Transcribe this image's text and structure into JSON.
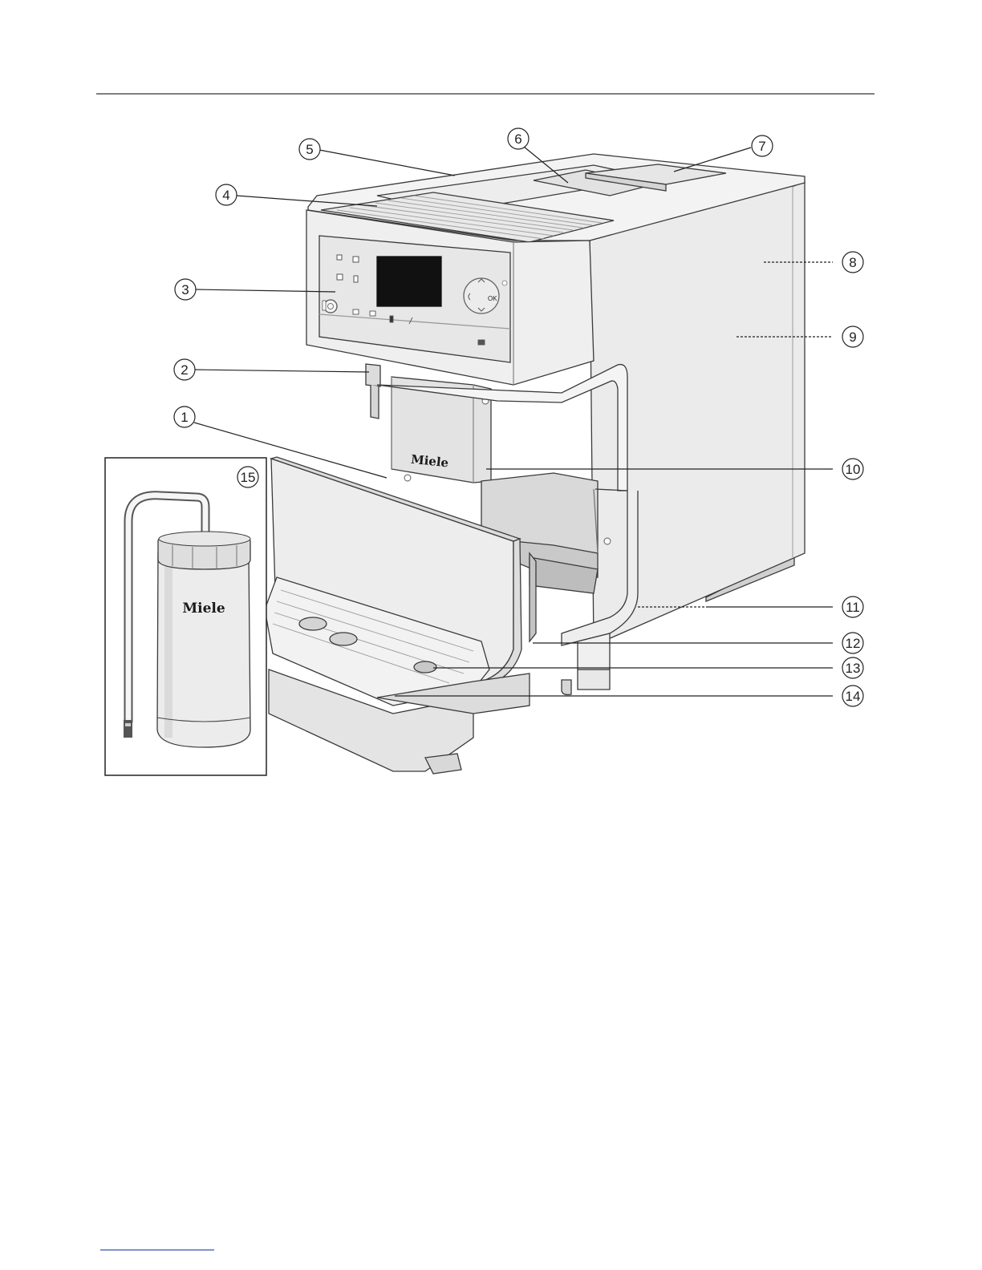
{
  "brand": "Miele",
  "panel": {
    "ok_label": "OK"
  },
  "callouts": [
    {
      "id": "1",
      "label": "1"
    },
    {
      "id": "2",
      "label": "2"
    },
    {
      "id": "3",
      "label": "3"
    },
    {
      "id": "4",
      "label": "4"
    },
    {
      "id": "5",
      "label": "5"
    },
    {
      "id": "6",
      "label": "6"
    },
    {
      "id": "7",
      "label": "7"
    },
    {
      "id": "8",
      "label": "8"
    },
    {
      "id": "9",
      "label": "9"
    },
    {
      "id": "10",
      "label": "10"
    },
    {
      "id": "11",
      "label": "11"
    },
    {
      "id": "12",
      "label": "12"
    },
    {
      "id": "13",
      "label": "13"
    },
    {
      "id": "14",
      "label": "14"
    },
    {
      "id": "15",
      "label": "15"
    }
  ]
}
